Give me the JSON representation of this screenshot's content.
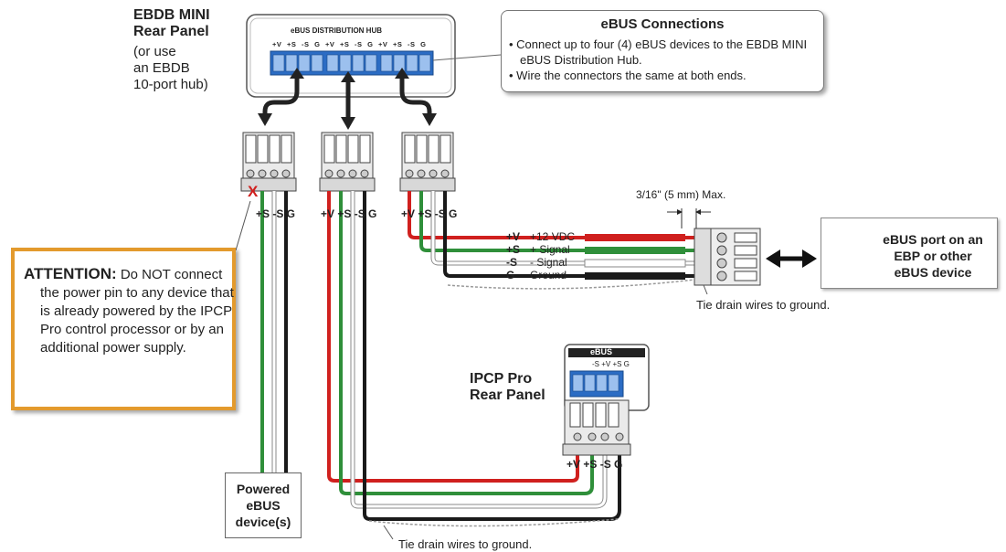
{
  "ebdb": {
    "title_line1": "EBDB MINI",
    "title_line2": "Rear Panel",
    "sub_line1": "(or use",
    "sub_line2": "an EBDB",
    "sub_line3": "10-port hub)",
    "hub_label": "eBUS DISTRIBUTION HUB",
    "pin_labels": [
      "+V",
      "+S",
      "-S",
      "G",
      "+V",
      "+S",
      "-S",
      "G",
      "+V",
      "+S",
      "-S",
      "G"
    ]
  },
  "connections_callout": {
    "title": "eBUS Connections",
    "bullets": [
      "Connect up to four (4) eBUS devices to the EBDB MINI eBUS Distribution Hub.",
      "Wire the connectors the same at both ends."
    ]
  },
  "attention": {
    "heading": "ATTENTION:",
    "text": "Do NOT connect the power pin to any device that is already powered by the IPCP Pro control processor or by an additional power supply."
  },
  "connector_labels": {
    "left": "+S -S  G",
    "middle": "+V +S -S G",
    "right": "+V +S -S G",
    "left_x_mark": "X"
  },
  "wire_legend": [
    {
      "pin": "+V",
      "desc": "+12 VDC",
      "color": "#d0201e"
    },
    {
      "pin": "+S",
      "desc": "+ Signal",
      "color": "#2f8f3a"
    },
    {
      "pin": "-S",
      "desc": "- Signal",
      "color": "#ffffff"
    },
    {
      "pin": "G",
      "desc": "Ground",
      "color": "#1a1a1a"
    }
  ],
  "strip_length": "3/16\" (5 mm) Max.",
  "tie_drain_right": "Tie drain wires to ground.",
  "tie_drain_bottom": "Tie drain wires to ground.",
  "ebus_port_box": {
    "line1": "eBUS port on an",
    "line2": "EBP or other",
    "line3": "eBUS device"
  },
  "ipcp": {
    "title_line1": "IPCP Pro",
    "title_line2": "Rear Panel",
    "panel_label": "eBUS",
    "pin_header": "-S +V +S G",
    "connector_labels": "+V +S -S G"
  },
  "powered_device": {
    "line1": "Powered",
    "line2": "eBUS",
    "line3": "device(s)"
  },
  "colors": {
    "power_red": "#d0201e",
    "signal_green": "#2f8f3a",
    "ground_black": "#1a1a1a",
    "terminal_blue": "#2b6cc4",
    "attention_orange": "#e39a2d"
  }
}
